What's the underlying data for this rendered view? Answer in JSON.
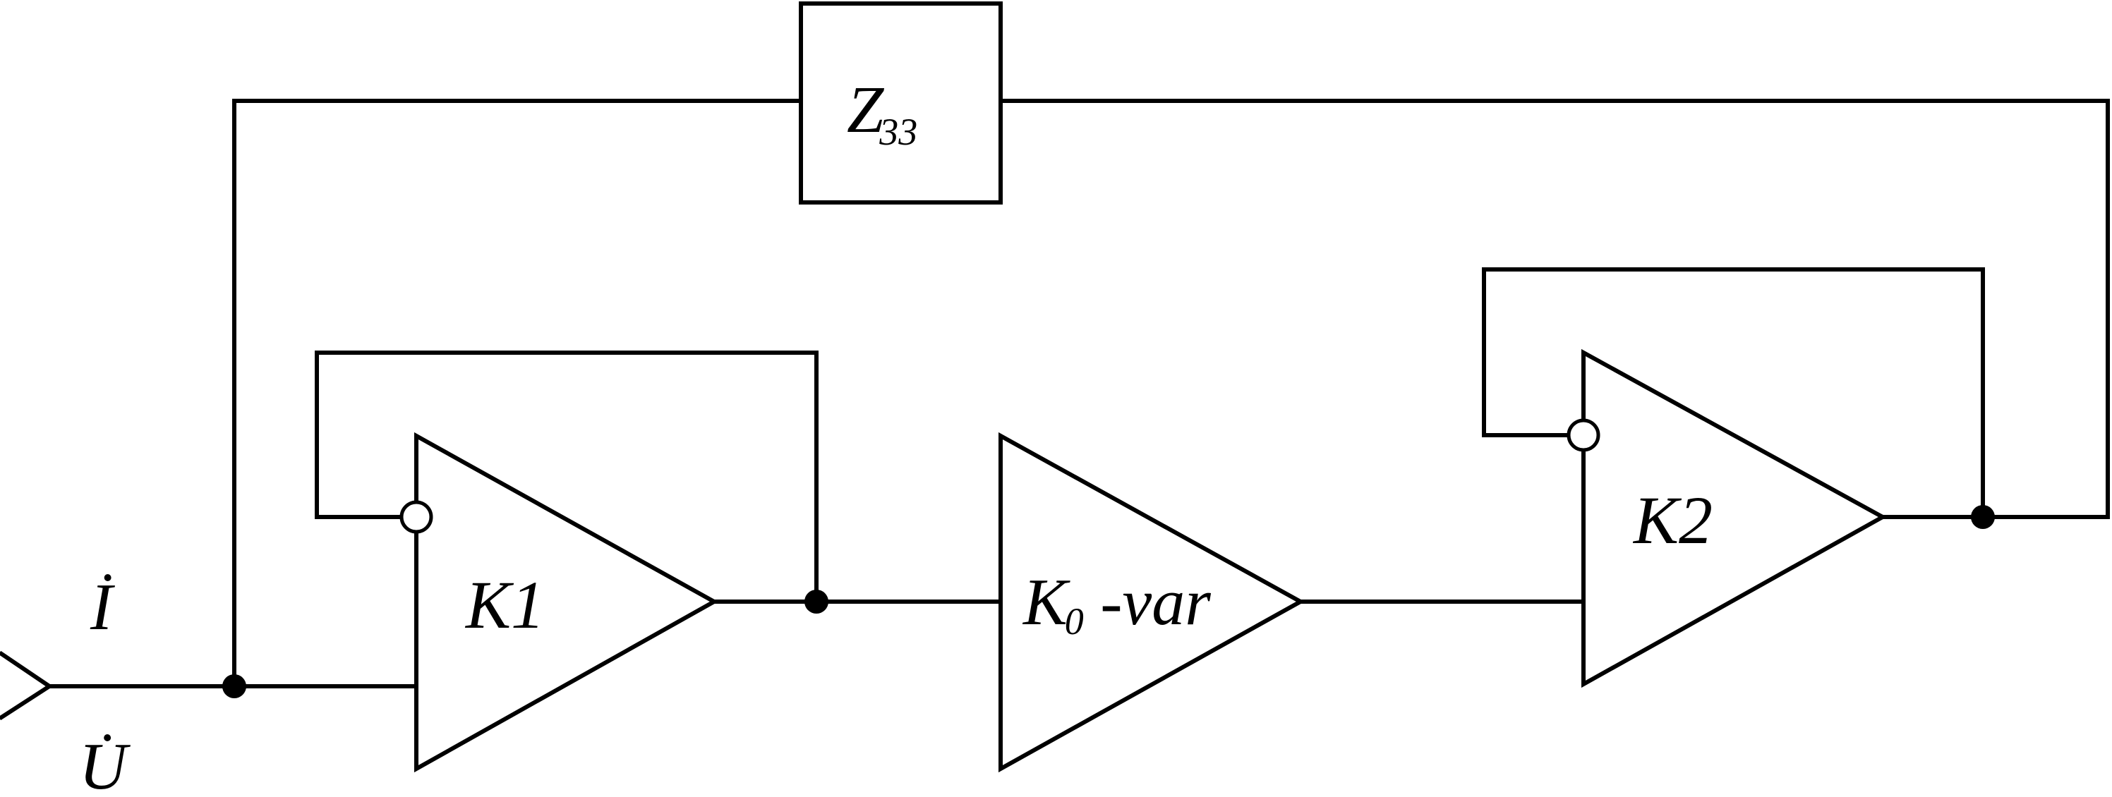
{
  "blocks": {
    "impedance": {
      "main": "Z",
      "sub": "33"
    },
    "amp1": {
      "label": "K1"
    },
    "amp0": {
      "main": "K",
      "sub": "0",
      "suffix": " -var"
    },
    "amp2": {
      "label": "K2"
    }
  },
  "signals": {
    "current": "İ",
    "voltage": "U̇"
  }
}
